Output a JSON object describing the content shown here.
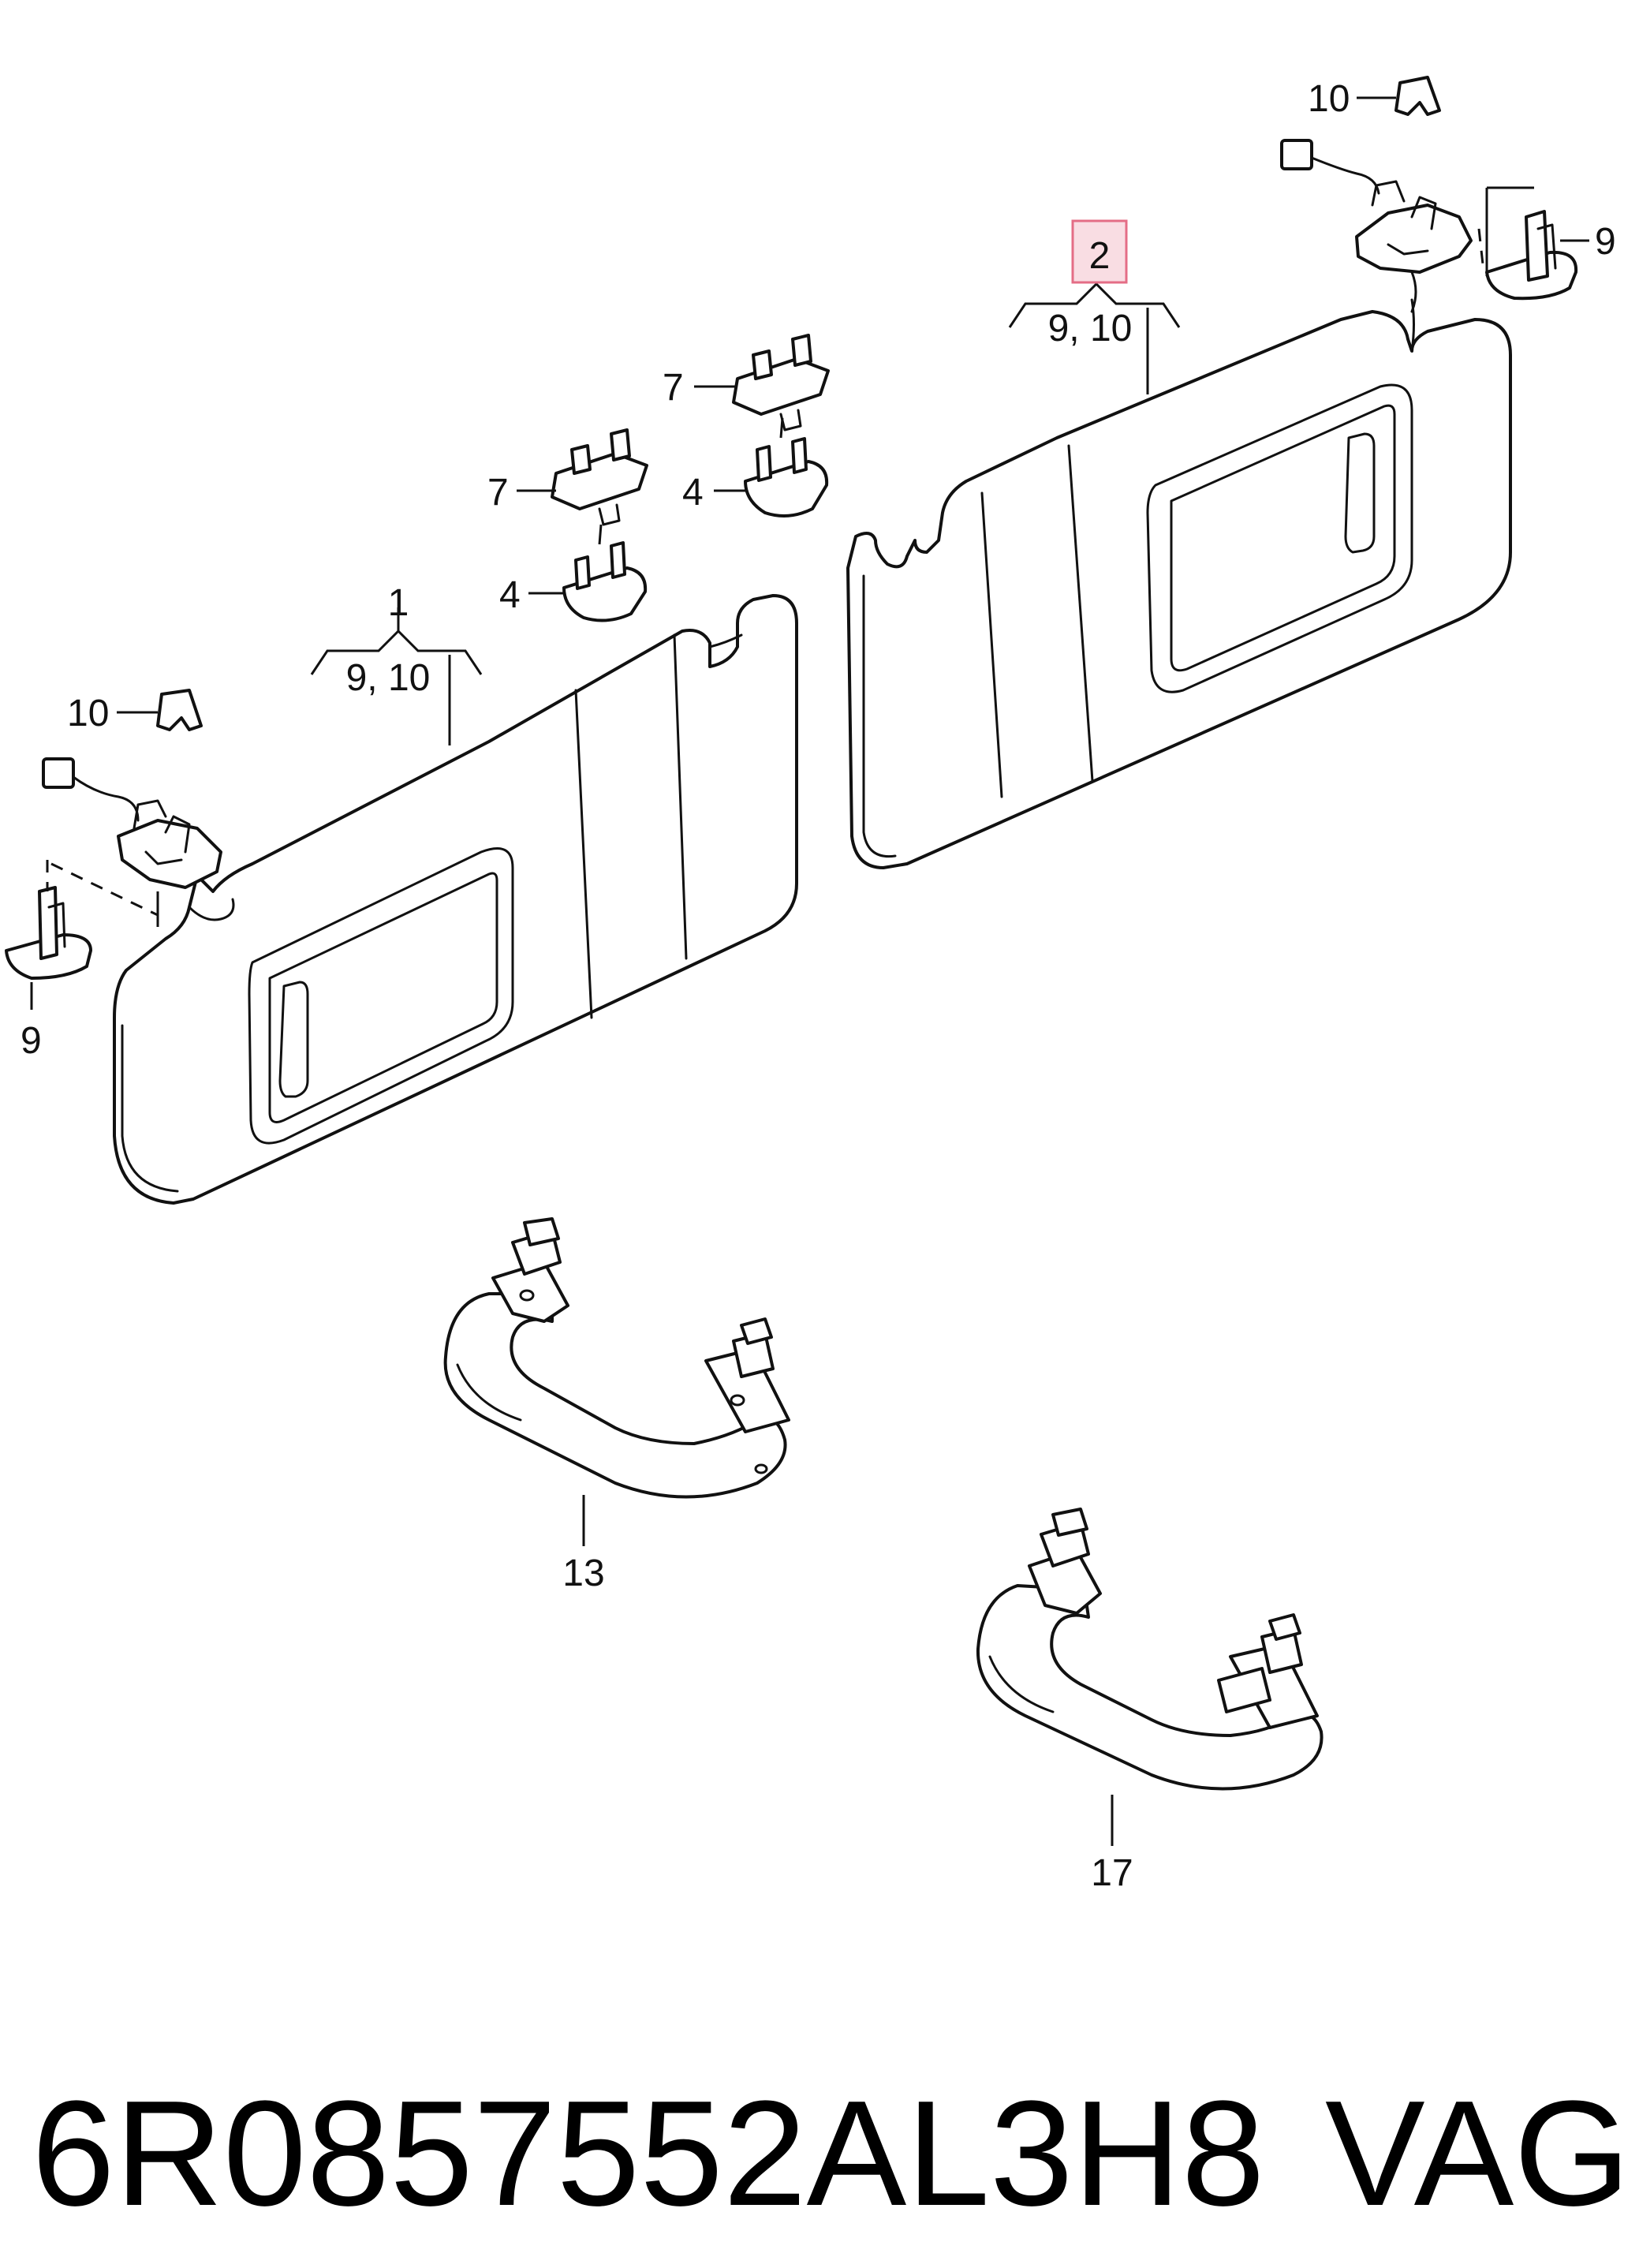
{
  "callouts": {
    "c1": "1",
    "c1_sub": "9, 10",
    "c2": "2",
    "c2_sub": "9, 10",
    "c4a": "4",
    "c4b": "4",
    "c7a": "7",
    "c7b": "7",
    "c9_left": "9",
    "c9_right": "9",
    "c10_left": "10",
    "c10_right": "10",
    "c13": "13",
    "c17": "17"
  },
  "footer": {
    "part_number": "6R0857552AL3H8",
    "brand": "VAG"
  },
  "colors": {
    "highlight_fill": "#f9dde3",
    "highlight_stroke": "#e46d86",
    "line": "#111111"
  }
}
